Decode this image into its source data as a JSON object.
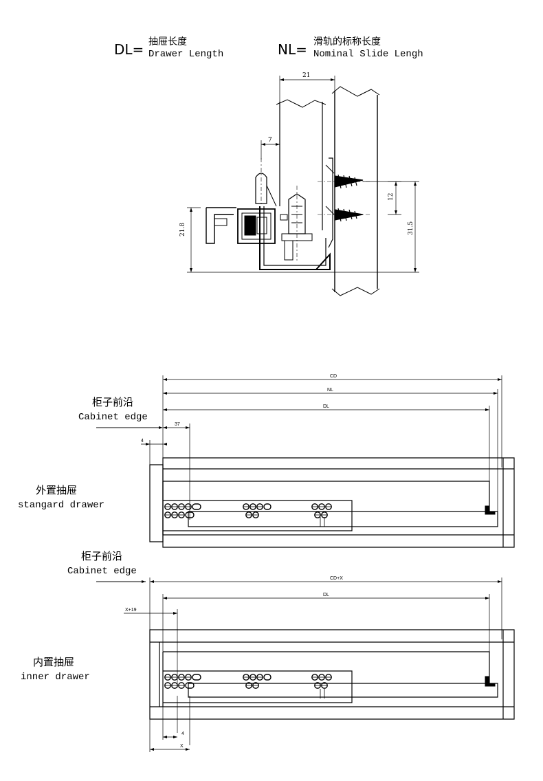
{
  "legend": {
    "dl_abbr": "DL=",
    "dl_cn": "抽屉长度",
    "dl_en": "Drawer Length",
    "nl_abbr": "NL=",
    "nl_cn": "滑轨的标称长度",
    "nl_en": "Nominal Slide Lengh"
  },
  "section_view": {
    "dims": {
      "top_width": "21",
      "offset": "7",
      "height_left": "21.8",
      "screw_spacing": "12",
      "total_height": "31.5"
    }
  },
  "standard": {
    "edge_cn": "柜子前沿",
    "edge_en": "Cabinet edge",
    "drawer_cn": "外置抽屉",
    "drawer_en": "stangard drawer",
    "dims": {
      "cd": "CD",
      "nl": "NL",
      "dl": "DL",
      "d37": "37",
      "d4": "4"
    }
  },
  "inner": {
    "edge_cn": "柜子前沿",
    "edge_en": "Cabinet edge",
    "drawer_cn": "内置抽屉",
    "drawer_en": "inner drawer",
    "dims": {
      "cdx": "CD+X",
      "dl": "DL",
      "x19": "X+19",
      "d4": "4",
      "x": "X"
    }
  }
}
